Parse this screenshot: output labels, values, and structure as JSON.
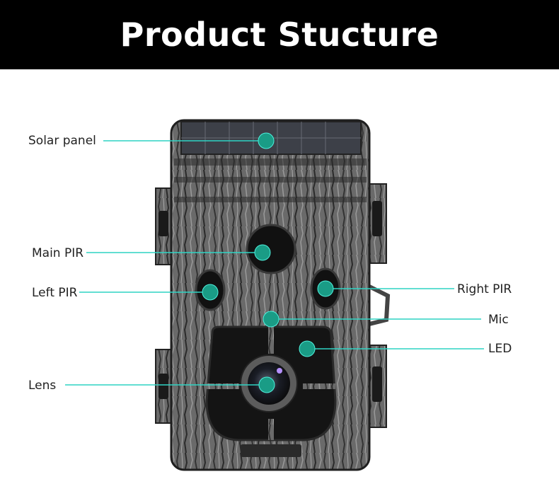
{
  "header": {
    "title": "Product Stucture"
  },
  "labels": {
    "solar_panel": "Solar panel",
    "main_pir": "Main PIR",
    "left_pir": "Left PIR",
    "lens": "Lens",
    "right_pir": "Right PIR",
    "mic": "Mic",
    "led": "LED"
  },
  "colors": {
    "callout_line": "#2fd4c4",
    "callout_dot": "#1a9c86",
    "header_bg": "#000000",
    "header_text": "#ffffff",
    "camera_bark": "#6e6e6e"
  }
}
